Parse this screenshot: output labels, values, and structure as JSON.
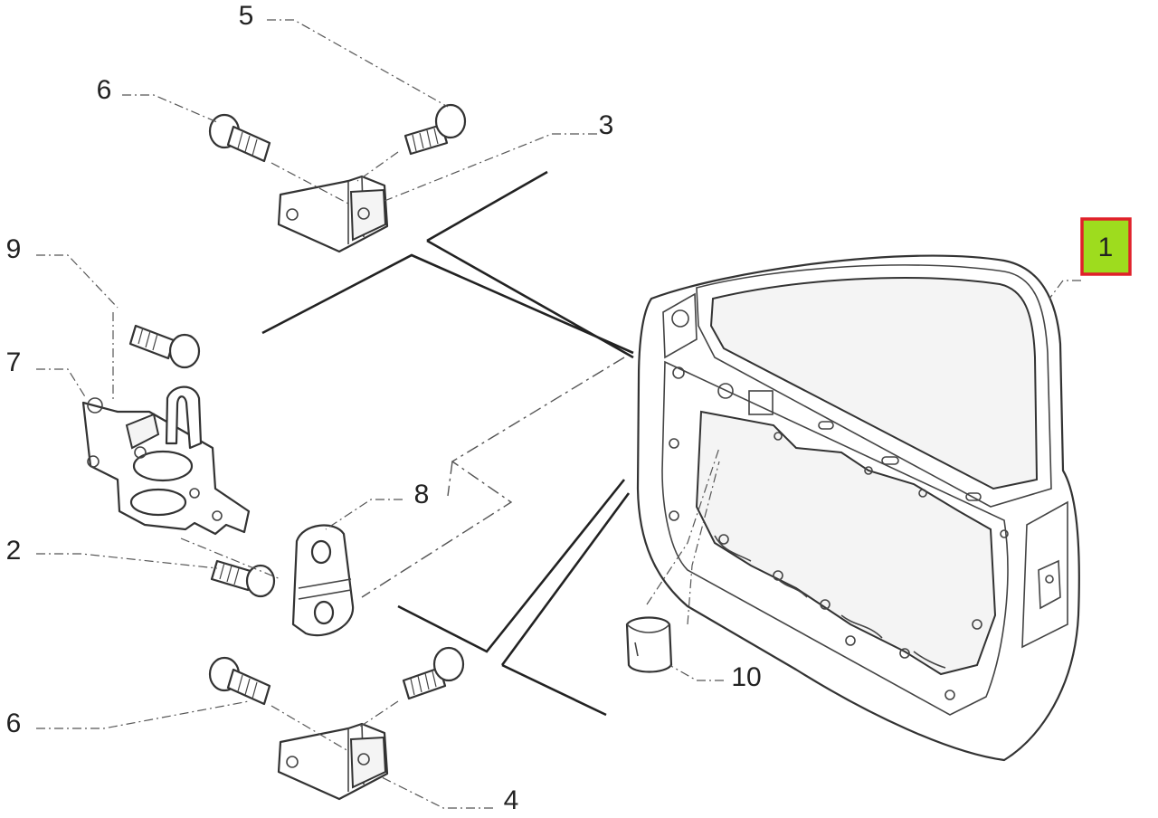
{
  "diagram": {
    "callouts": [
      {
        "id": "1",
        "label": "1",
        "highlighted": true
      },
      {
        "id": "2",
        "label": "2"
      },
      {
        "id": "3",
        "label": "3"
      },
      {
        "id": "4",
        "label": "4"
      },
      {
        "id": "5",
        "label": "5"
      },
      {
        "id": "6a",
        "label": "6"
      },
      {
        "id": "6b",
        "label": "6"
      },
      {
        "id": "7",
        "label": "7"
      },
      {
        "id": "8",
        "label": "8"
      },
      {
        "id": "9",
        "label": "9"
      },
      {
        "id": "10",
        "label": "10"
      }
    ],
    "colors": {
      "highlight_fill": "#9edc1e",
      "highlight_border": "#e0202a",
      "line": "#333333"
    }
  }
}
